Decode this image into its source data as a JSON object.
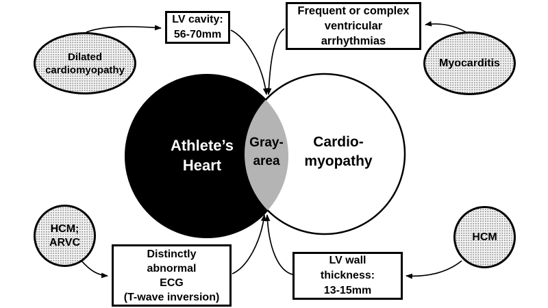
{
  "venn": {
    "left": {
      "label": "Athlete’s\nHeart",
      "fill": "#000000",
      "text_color": "#ffffff"
    },
    "overlap": {
      "label": "Gray-\narea",
      "fill": "#b4b4b4",
      "text_color": "#000000"
    },
    "right": {
      "label": "Cardio-\nmyopathy",
      "fill": "#ffffff",
      "text_color": "#000000"
    }
  },
  "boxes": [
    {
      "label": "LV cavity:\n56-70mm"
    },
    {
      "label": "Frequent or complex\nventricular\narrhythmias"
    },
    {
      "label": "Distinctly\nabnormal\nECG\n(T-wave inversion)"
    },
    {
      "label": "LV wall\nthickness:\n13-15mm"
    }
  ],
  "ellipses": [
    {
      "label": "Dilated\ncardiomyopathy"
    },
    {
      "label": "Myocarditis"
    },
    {
      "label": "HCM;\nARVC"
    },
    {
      "label": "HCM"
    }
  ]
}
